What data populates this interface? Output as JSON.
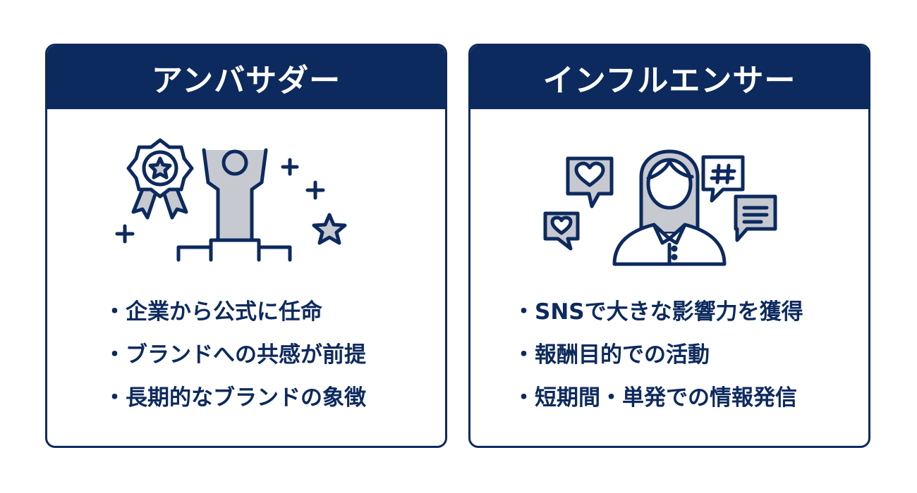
{
  "colors": {
    "navy": "#0d2a5e",
    "fill_gray": "#c6c9d0",
    "background": "#ffffff"
  },
  "ambassador": {
    "title": "アンバサダー",
    "icons": [
      "award-medal-icon",
      "winner-podium-person-icon",
      "sparkle-icon",
      "star-icon"
    ],
    "points": [
      "・企業から公式に任命",
      "・ブランドへの共感が前提",
      "・長期的なブランドの象徴"
    ]
  },
  "influencer": {
    "title": "インフルエンサー",
    "icons": [
      "woman-person-icon",
      "heart-speech-bubble-icon",
      "hashtag-speech-bubble-icon",
      "text-speech-bubble-icon"
    ],
    "points": [
      "・SNSで大きな影響力を獲得",
      "・報酬目的での活動",
      "・短期間・単発での情報発信"
    ]
  }
}
